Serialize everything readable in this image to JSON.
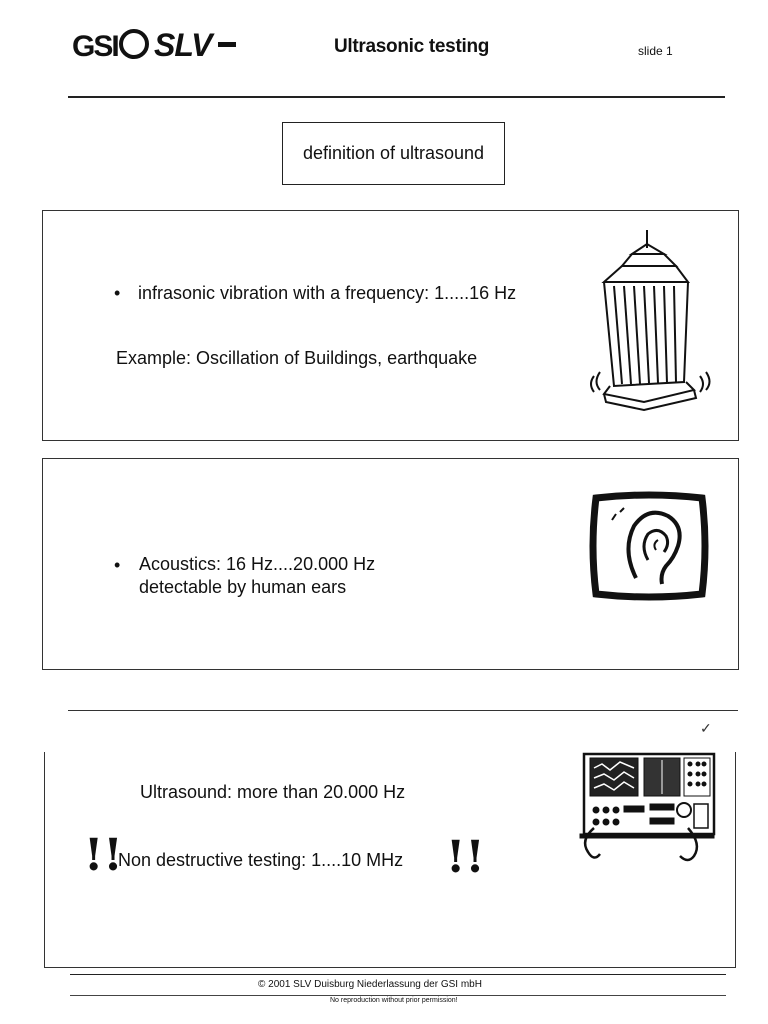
{
  "header": {
    "logo_text": "GSI SLV",
    "title": "Ultrasonic testing",
    "slide": "slide 1"
  },
  "definition_box": {
    "label": "definition of ultrasound"
  },
  "panel_infrasonic": {
    "bullet": "infrasonic vibration with a frequency: 1.....16 Hz",
    "example": "Example: Oscillation of Buildings, earthquake",
    "icon": "building-icon"
  },
  "panel_acoustics": {
    "line1": "Acoustics: 16 Hz....20.000 Hz",
    "line2": "detectable by human ears",
    "icon": "ear-icon"
  },
  "panel_ultrasound": {
    "line1": "Ultrasound: more than 20.000 Hz",
    "line2": "Non destructive testing: 1....10 MHz",
    "exclamation": "!!",
    "check_mark": "✓",
    "icon": "ultrasonic-device-icon"
  },
  "footer": {
    "copyright": "© 2001 SLV Duisburg Niederlassung der GSI mbH",
    "notice": "No reproduction without prior permission!"
  }
}
